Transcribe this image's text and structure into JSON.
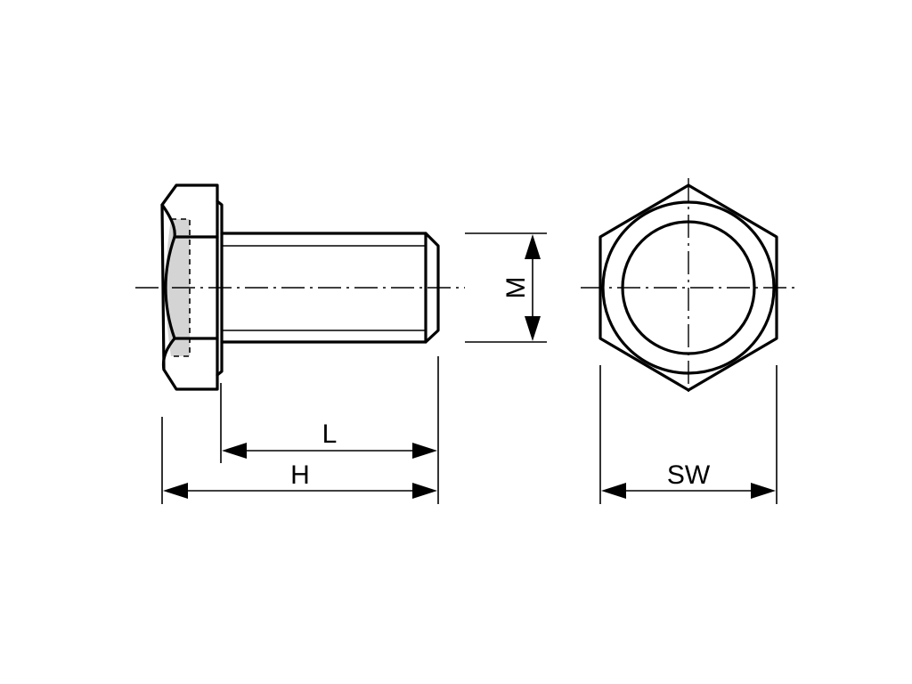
{
  "labels": {
    "length": "L",
    "head_total_length": "H",
    "thread_diameter": "M",
    "wrench_size": "SW"
  },
  "colors": {
    "line": "#000000",
    "shaded_area": "#d4d4d4",
    "background": "#ffffff"
  }
}
